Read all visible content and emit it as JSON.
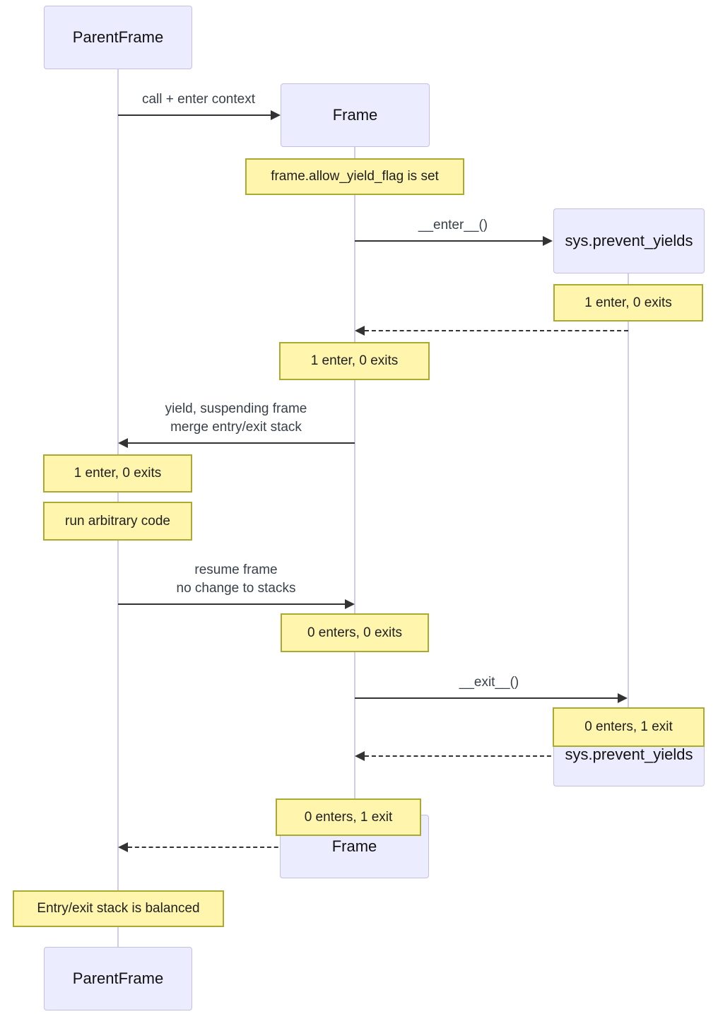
{
  "colors": {
    "actor_fill": "#ECECFF",
    "actor_border": "#c6bfe2",
    "note_fill": "#fff5ad",
    "note_border": "#aaaa33",
    "lifeline": "#d3cbec",
    "arrow": "#333333",
    "message_text": "#38404a"
  },
  "actors": {
    "parent_frame_top": "ParentFrame",
    "frame_top": "Frame",
    "sys_top": "sys.prevent_yields",
    "sys_end": "sys.prevent_yields",
    "frame_end": "Frame",
    "parent_frame_end": "ParentFrame"
  },
  "messages": {
    "call_enter": "call + enter context",
    "enter": "__enter__()",
    "yield_l1": "yield, suspending frame",
    "yield_l2": "merge entry/exit stack",
    "resume_l1": "resume frame",
    "resume_l2": "no change to stacks",
    "exit": "__exit__()"
  },
  "notes": {
    "flag_set": "frame.allow_yield_flag is set",
    "sys_enter_count": "1 enter, 0 exits",
    "frame_enter_count": "1 enter, 0 exits",
    "parent_enter_count": "1 enter, 0 exits",
    "run_code": "run arbitrary code",
    "frame_resume_count": "0 enters, 0 exits",
    "sys_exit_count": "0 enters, 1 exit",
    "frame_exit_count": "0 enters, 1 exit",
    "balanced": "Entry/exit stack is balanced"
  }
}
